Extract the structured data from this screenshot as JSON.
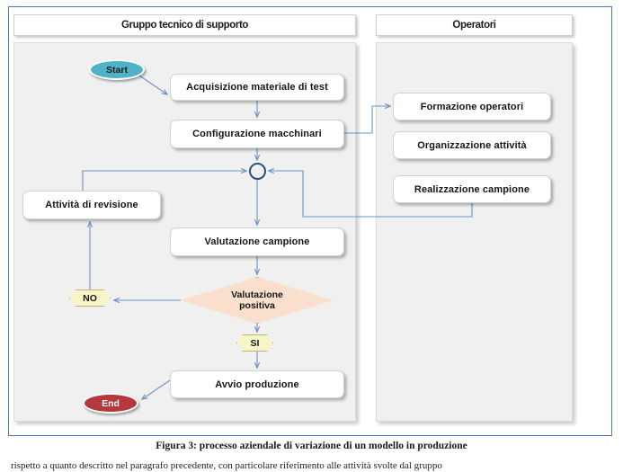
{
  "figure": {
    "caption": "Figura 3: processo aziendale di variazione di un modello in produzione",
    "body_text_fragment": "rispetto a quanto descritto nel paragrafo precedente, con particolare riferimento alle attività svolte dal gruppo"
  },
  "lanes": [
    {
      "id": "left",
      "title": "Gruppo tecnico di supporto"
    },
    {
      "id": "right",
      "title": "Operatori"
    }
  ],
  "nodes": {
    "start": {
      "label": "Start",
      "shape": "ellipse",
      "color": "#4fb3c8"
    },
    "end": {
      "label": "End",
      "shape": "ellipse",
      "color": "#b4383c"
    },
    "acquisizione": {
      "label": "Acquisizione  materiale di test",
      "shape": "process"
    },
    "configurazione": {
      "label": "Configurazione  macchinari",
      "shape": "process"
    },
    "revisione": {
      "label": "Attività  di revisione",
      "shape": "process"
    },
    "valutazione_campione": {
      "label": "Valutazione  campione",
      "shape": "process"
    },
    "avvio": {
      "label": "Avvio produzione",
      "shape": "process"
    },
    "formazione": {
      "label": "Formazione operatori",
      "shape": "process"
    },
    "organizzazione": {
      "label": "Organizzazione  attività",
      "shape": "process"
    },
    "realizzazione": {
      "label": "Realizzazione  campione",
      "shape": "process"
    },
    "decision": {
      "label": "Valutazione\npositiva",
      "shape": "diamond",
      "color": "#fadfcc"
    },
    "junction": {
      "label": "",
      "shape": "circle"
    }
  },
  "branches": {
    "no": {
      "label": "NO",
      "color": "#f7f5c8"
    },
    "si": {
      "label": "SI",
      "color": "#f7f5c8"
    }
  },
  "colors": {
    "frame_border": "#4a77b5",
    "lane_fill": "#f0f0f0",
    "connector": "#6f93c4",
    "junction_stroke": "#2b4f81",
    "box_fill": "#ffffff"
  }
}
